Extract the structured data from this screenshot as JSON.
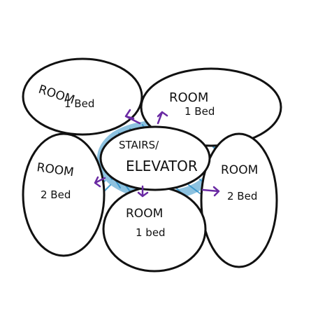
{
  "diagram": {
    "colors": {
      "outline": "#111111",
      "circulation": "#2f8fc7",
      "arrows": "#6a2aa3"
    },
    "center": {
      "line1": "STAIRS/",
      "line2": "ELEVATOR"
    },
    "rooms": [
      {
        "title": "ROOM",
        "beds": "1 Bed"
      },
      {
        "title": "ROOM",
        "beds": "1 Bed"
      },
      {
        "title": "ROOM",
        "beds": "2 Bed"
      },
      {
        "title": "ROOM",
        "beds": "2 Bed"
      },
      {
        "title": "ROOM",
        "beds": "1 bed"
      }
    ]
  }
}
